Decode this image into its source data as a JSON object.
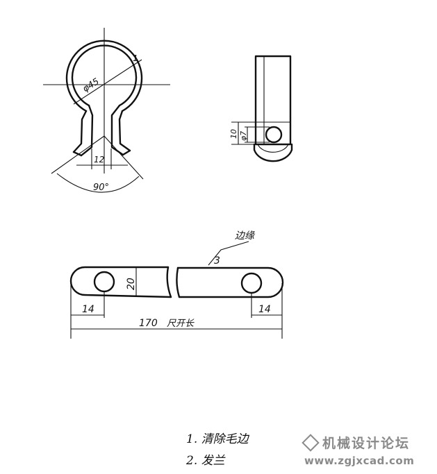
{
  "labels": {
    "part_number": "1",
    "diameter": "φ45",
    "gap_width": "12",
    "bend_angle": "90°",
    "height_outer": "10",
    "height_inner": "φ7",
    "edge_callout": "边缘",
    "edge_callout_number": "3",
    "strip_width": "20",
    "hole_offset_left": "14",
    "hole_offset_right": "14",
    "total_length": "170",
    "length_note": "尺开长"
  },
  "notes": [
    "1. 清除毛边",
    "2. 发兰"
  ],
  "watermark": {
    "site_name": "机械设计论坛",
    "url": "www.zgjxcad.com"
  }
}
